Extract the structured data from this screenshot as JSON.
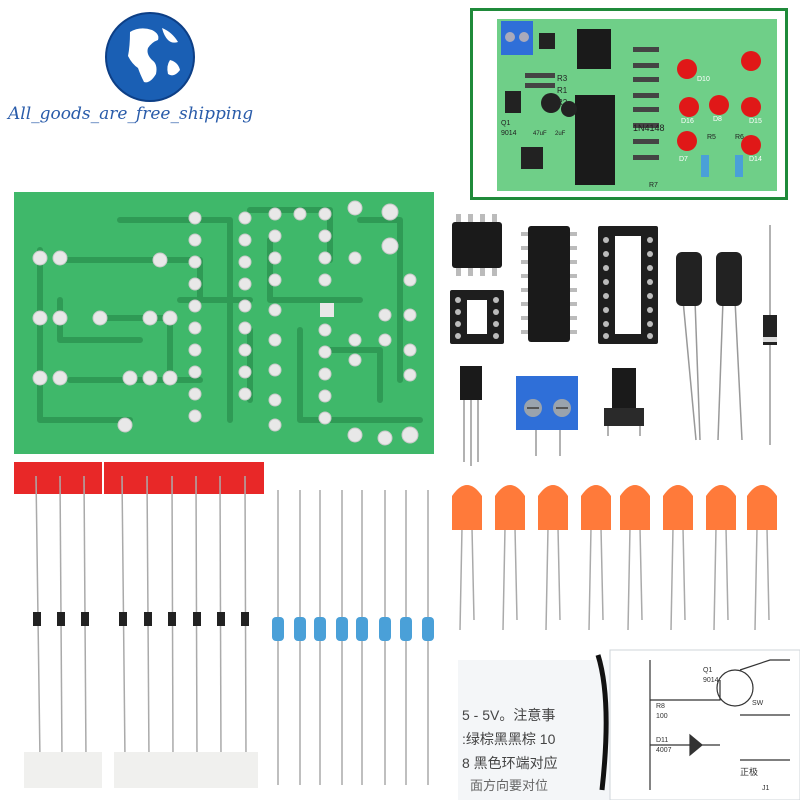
{
  "store": {
    "tagline": "All_goods_are_free_shipping"
  },
  "assembled_board": {
    "labels": {
      "r3": "R3",
      "r1": "R1",
      "r2": "R2",
      "q1": "Q1",
      "q1_part": "9014",
      "cap1": "47uF",
      "cap2": "2uF",
      "diode_type": "1N4148",
      "r5": "R5",
      "r6": "R6",
      "r7": "R7",
      "d10": "D10",
      "d16": "D16",
      "d8": "D8",
      "d15": "D15",
      "d7": "D7",
      "d14": "D14"
    }
  },
  "instruction_sheet": {
    "line1": "5 - 5V。注意事",
    "line2": ":绿棕黑黑棕 10",
    "line3": "8 黑色环端对应",
    "line4": "面方向要对位",
    "schematic_q1": "Q1",
    "schematic_q1_part": "9014",
    "schematic_sw": "SW",
    "schematic_r8": "R8",
    "schematic_r8_value": "100",
    "schematic_d11": "D11",
    "schematic_d11_part": "4007",
    "schematic_pole": "正极",
    "schematic_j1": "J1"
  },
  "colors": {
    "pcb_green": "#3fb86a",
    "led_orange": "#ff7a3a",
    "led_red": "#e01818",
    "terminal_blue": "#2f6fd8",
    "frame_green": "#1f8a3a",
    "tape_red": "#e82828",
    "tagline_blue": "#2a5caa"
  }
}
